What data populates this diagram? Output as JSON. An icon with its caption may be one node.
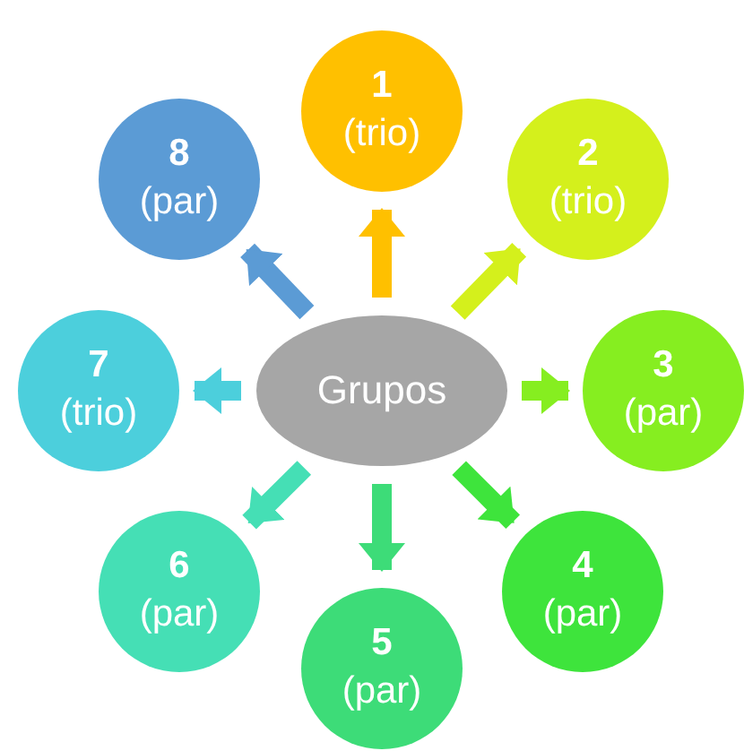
{
  "diagram": {
    "nodes": [
      {
        "text": [
          "Grupos"
        ]
      },
      {
        "text": [
          "1",
          "(trio)"
        ]
      },
      {
        "text": [
          "2",
          "(trio)"
        ]
      },
      {
        "text": [
          "3",
          "(par)"
        ]
      },
      {
        "text": [
          "4",
          "(par)"
        ]
      },
      {
        "text": [
          "5",
          "(par)"
        ]
      },
      {
        "text": [
          "6",
          "(par)"
        ]
      },
      {
        "text": [
          "7",
          "(trio)"
        ]
      },
      {
        "text": [
          "8",
          "(par)"
        ]
      }
    ],
    "edges": [
      {
        "from": 0,
        "to": 1,
        "arrow": "to",
        "color": "#ffc000"
      },
      {
        "from": 0,
        "to": 2,
        "arrow": "to",
        "color": "#d4f01c"
      },
      {
        "from": 0,
        "to": 3,
        "arrow": "to",
        "color": "#86ee20"
      },
      {
        "from": 0,
        "to": 4,
        "arrow": "to",
        "color": "#3ee43c"
      },
      {
        "from": 0,
        "to": 5,
        "arrow": "to",
        "color": "#3ddc78"
      },
      {
        "from": 0,
        "to": 6,
        "arrow": "to",
        "color": "#45dfb5"
      },
      {
        "from": 0,
        "to": 7,
        "arrow": "to",
        "color": "#4ccfdc"
      },
      {
        "from": 0,
        "to": 8,
        "arrow": "to",
        "color": "#5b9bd5"
      }
    ]
  }
}
